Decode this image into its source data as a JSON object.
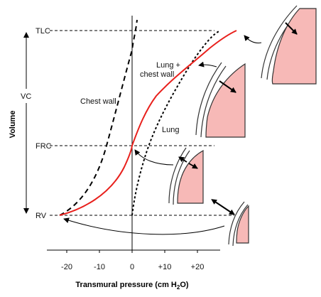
{
  "figure": {
    "y_axis_title": "Volume",
    "x_axis_title_main": "Transmural pressure (cm H",
    "x_axis_title_sub": "2",
    "x_axis_title_end": "O)",
    "levels": {
      "tlc": "TLC",
      "vc": "VC",
      "frc": "FRC",
      "rv": "RV"
    },
    "curve_labels": {
      "chest_wall": "Chest wall",
      "lung_chest_wall_line1": "Lung +",
      "lung_chest_wall_line2": "chest wall",
      "lung": "Lung"
    },
    "x_ticks": [
      "-20",
      "-10",
      "0",
      "+10",
      "+20"
    ],
    "colors": {
      "combined_curve": "#e8201c",
      "lung_fill": "#f7b9b7",
      "lung_outline": "#333333",
      "guide_lines": "#000000"
    }
  }
}
